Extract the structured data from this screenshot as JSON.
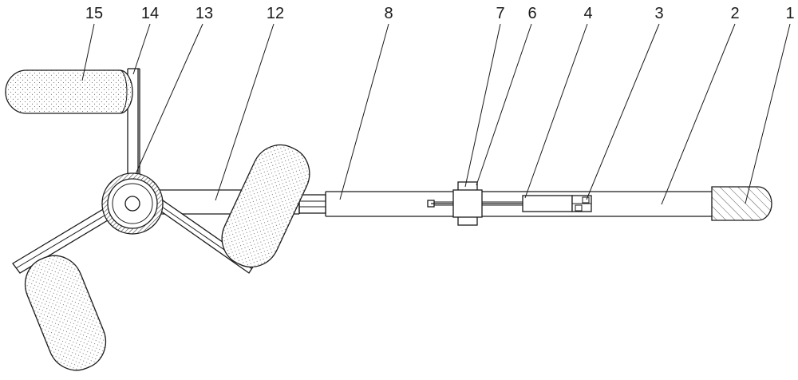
{
  "figure": {
    "type": "mechanical patent drawing",
    "line_color": "#1a1a1a",
    "background": "#ffffff",
    "callouts": [
      {
        "id": "c15",
        "label": "15"
      },
      {
        "id": "c14",
        "label": "14"
      },
      {
        "id": "c13",
        "label": "13"
      },
      {
        "id": "c12",
        "label": "12"
      },
      {
        "id": "c8",
        "label": "8"
      },
      {
        "id": "c7",
        "label": "7"
      },
      {
        "id": "c6",
        "label": "6"
      },
      {
        "id": "c4",
        "label": "4"
      },
      {
        "id": "c3",
        "label": "3"
      },
      {
        "id": "c2",
        "label": "2"
      },
      {
        "id": "c1",
        "label": "1"
      }
    ]
  }
}
